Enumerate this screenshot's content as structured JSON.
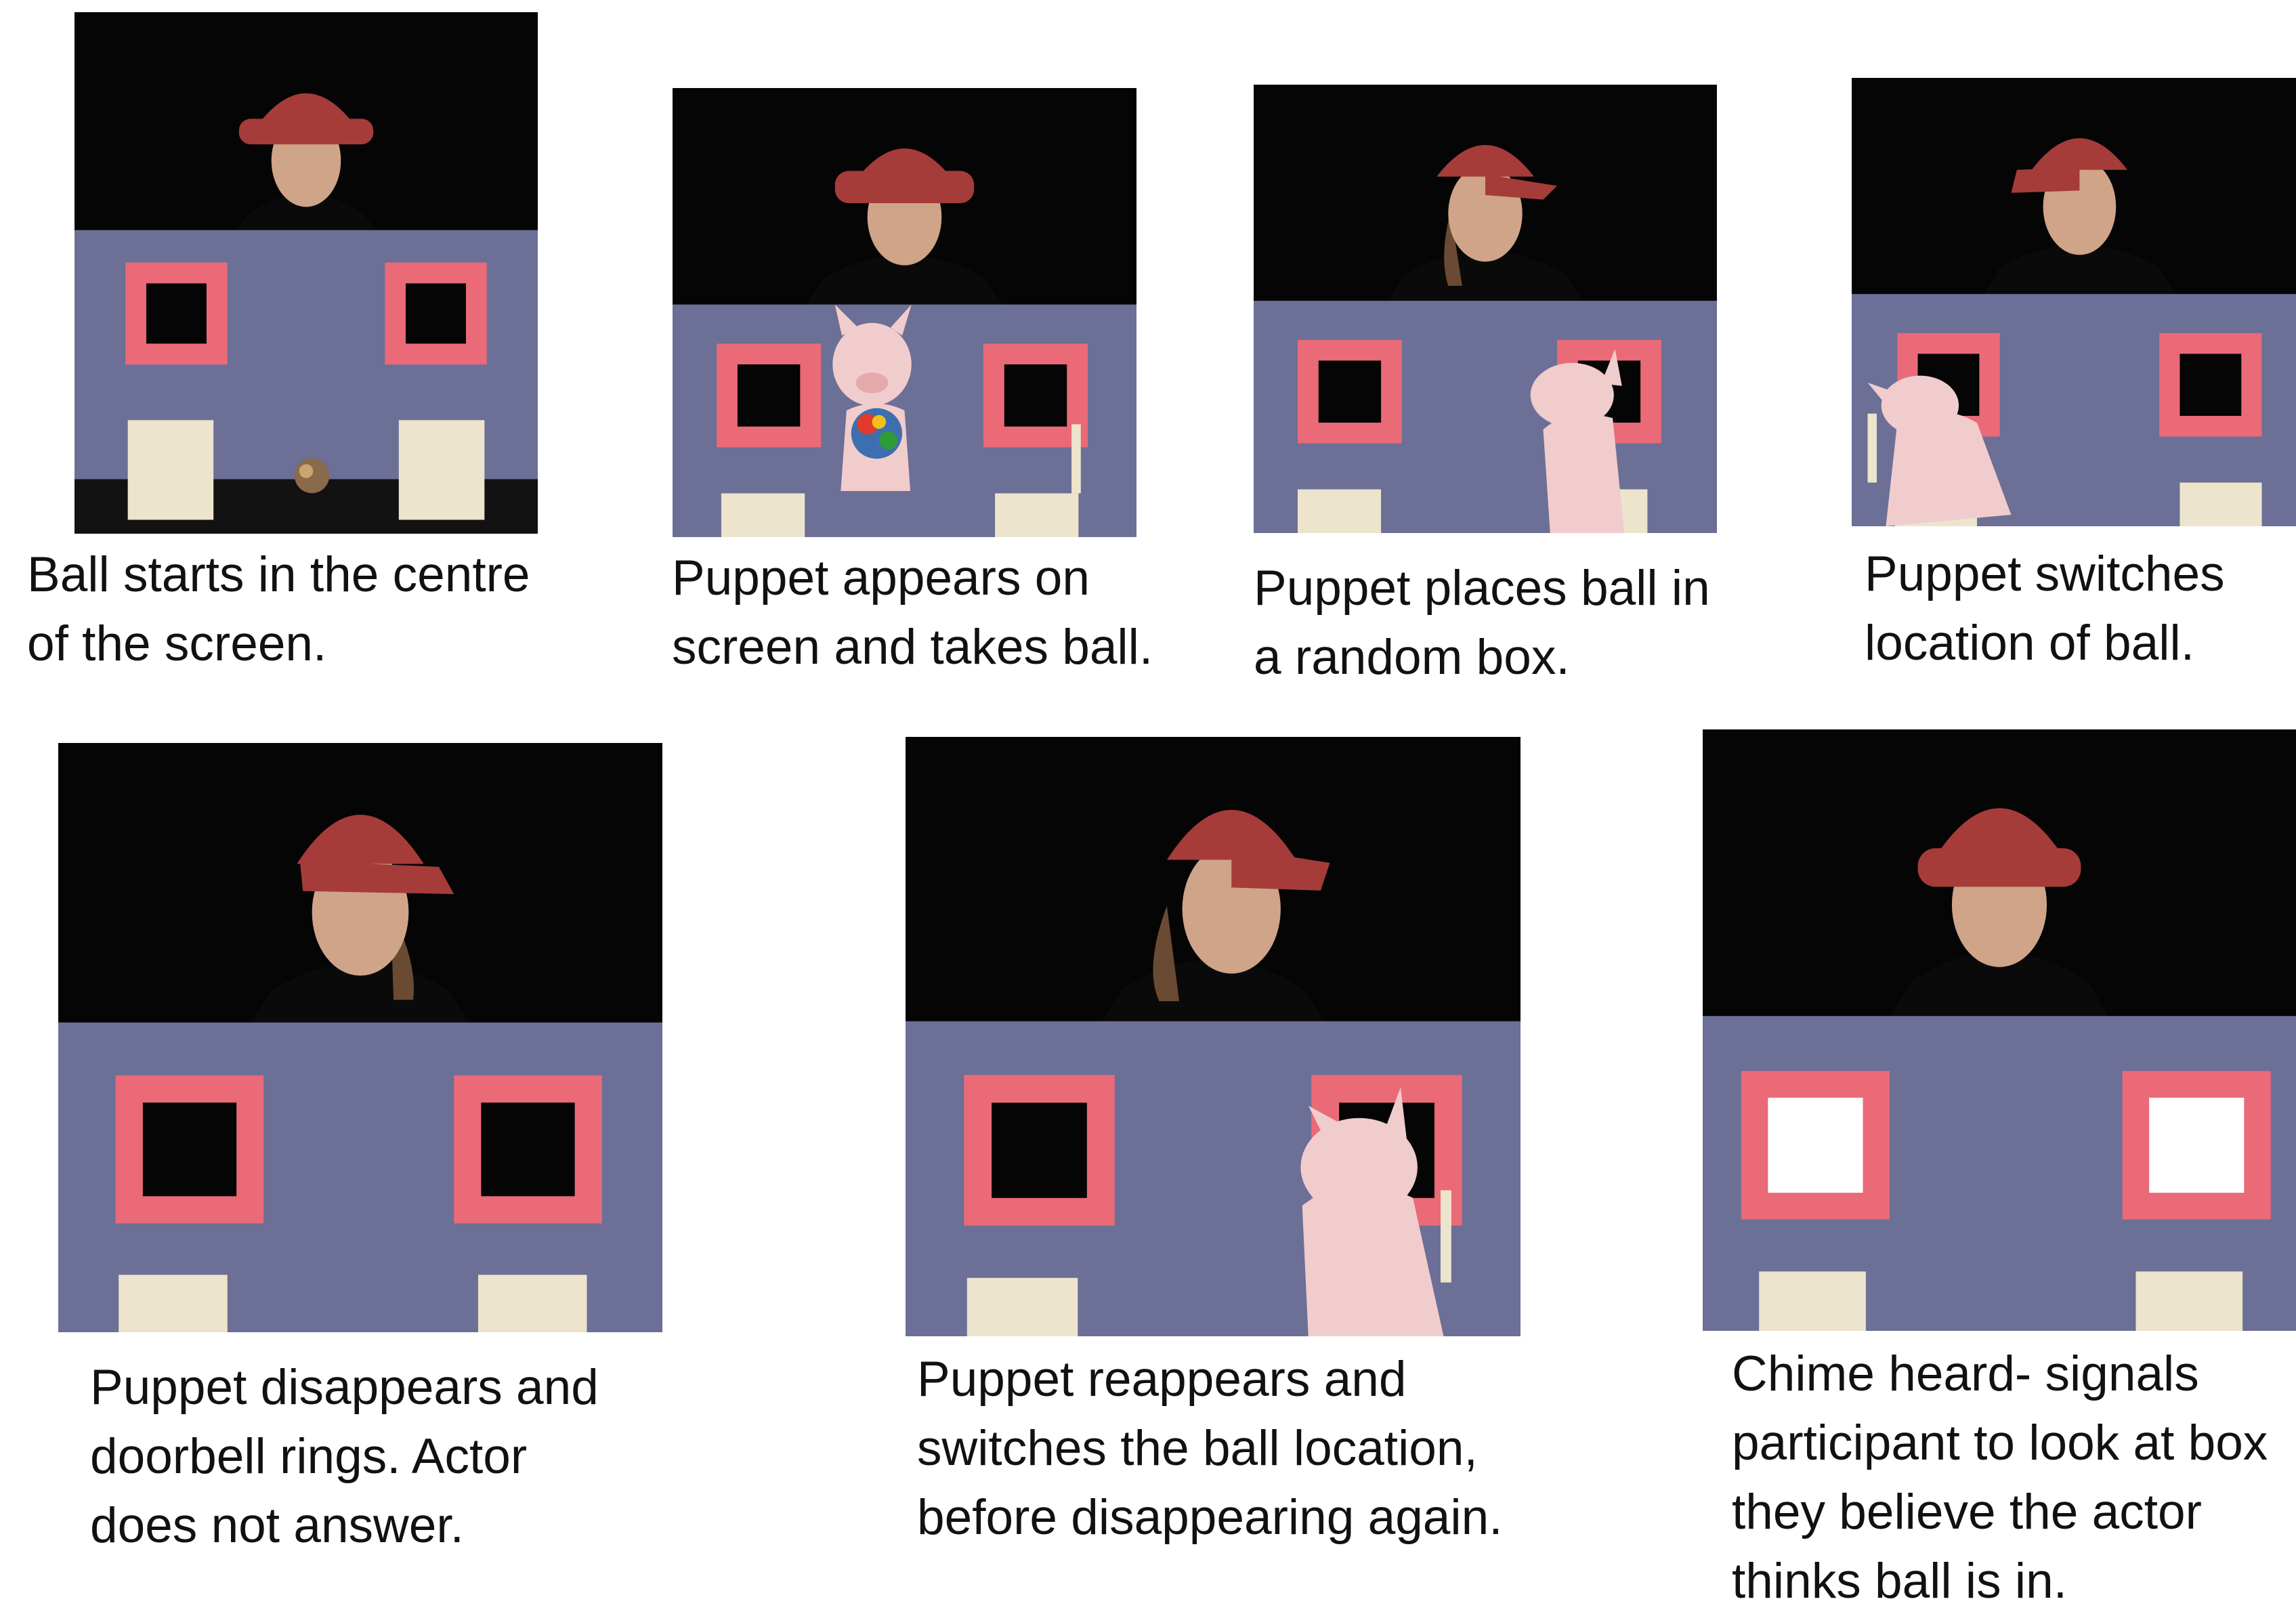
{
  "figure": {
    "frames": [
      {
        "caption": "Ball starts in the centre\nof the screen.",
        "windows": "black",
        "puppet": "none",
        "ball_position": "centre",
        "lids": "closed"
      },
      {
        "caption": "Puppet appears on\nscreen and takes ball.",
        "windows": "black",
        "puppet": "holding-ball",
        "ball_position": "puppet",
        "lids": "right-open"
      },
      {
        "caption": "Puppet places ball in\na random box.",
        "windows": "black",
        "puppet": "right-box",
        "ball_position": "right-box",
        "lids": "right-open"
      },
      {
        "caption": "Puppet switches\nlocation of ball.",
        "windows": "black",
        "puppet": "left-box",
        "ball_position": "left-box",
        "lids": "left-open"
      },
      {
        "caption": "Puppet disappears and\ndoorbell rings. Actor\ndoes not answer.",
        "windows": "black",
        "puppet": "none",
        "ball_position": "hidden",
        "lids": "closed"
      },
      {
        "caption": "Puppet reappears and\nswitches the ball location,\nbefore disappearing again.",
        "windows": "black",
        "puppet": "right-box",
        "ball_position": "right-box",
        "lids": "right-open"
      },
      {
        "caption": "Chime heard- signals\nparticipant to look at box\nthey believe the actor\nthinks ball is in.",
        "windows": "white",
        "puppet": "none",
        "ball_position": "hidden",
        "lids": "closed"
      }
    ],
    "colors": {
      "backdrop": "#050505",
      "screen": "#6c6f96",
      "frame": "#ea6a78",
      "cap": "#a63c3a",
      "skin": "#cfa489",
      "hair": "#6a4a33",
      "shirt": "#0a0a0a",
      "box": "#ece4cc",
      "puppet": "#f1cccc"
    }
  }
}
